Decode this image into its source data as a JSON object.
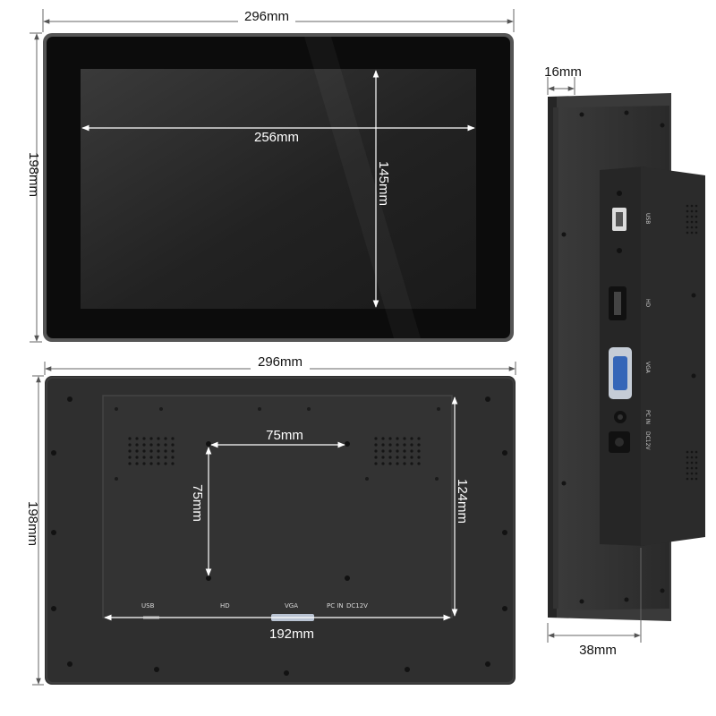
{
  "front": {
    "width": "296mm",
    "height": "198mm",
    "screen_width": "256mm",
    "screen_height": "145mm"
  },
  "side": {
    "bezel_depth": "16mm",
    "total_depth": "38mm",
    "port_labels": [
      "USB",
      "HD",
      "VGA",
      "PC IN",
      "DC12V"
    ]
  },
  "back": {
    "width": "296mm",
    "height": "198mm",
    "vesa_horizontal": "75mm",
    "vesa_vertical": "75mm",
    "panel_height": "124mm",
    "panel_width": "192mm",
    "port_labels": {
      "usb": "USB",
      "hd": "HD",
      "vga": "VGA",
      "pcin": "PC IN",
      "dc": "DC12V"
    }
  },
  "colors": {
    "body": "#2e2e2e",
    "bezel": "#0c0c0c",
    "screen": "#262626",
    "frame": "#4a4a4a"
  }
}
